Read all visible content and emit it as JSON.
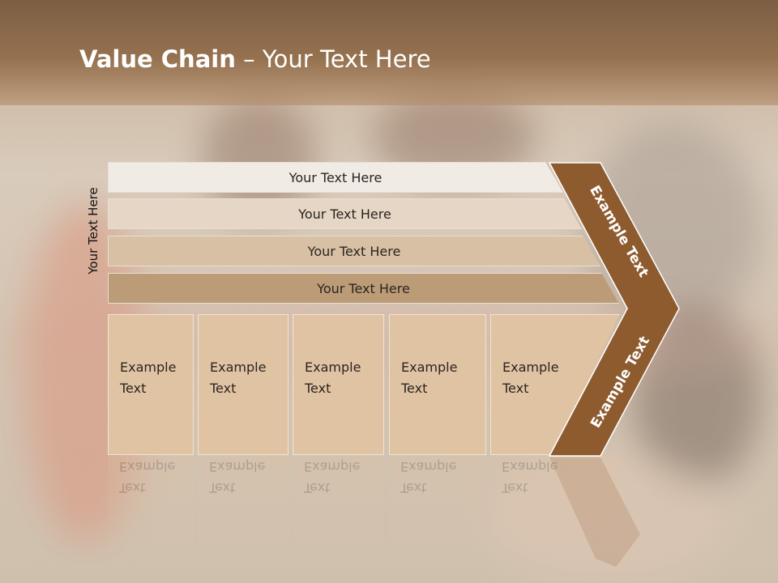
{
  "title": {
    "bold": "Value Chain",
    "rest": " – Your Text Here"
  },
  "side_label": "Your Text Here",
  "bands": [
    {
      "label": "Your Text Here",
      "color": "#f1ebe5"
    },
    {
      "label": "Your Text Here",
      "color": "#e6d6c5"
    },
    {
      "label": "Your Text Here",
      "color": "#d8c0a4"
    },
    {
      "label": "Your Text Here",
      "color": "#bc9b77"
    }
  ],
  "boxes": [
    {
      "line1": "Example",
      "line2": "Text"
    },
    {
      "line1": "Example",
      "line2": "Text"
    },
    {
      "line1": "Example",
      "line2": "Text"
    },
    {
      "line1": "Example",
      "line2": "Text"
    },
    {
      "line1": "Example",
      "line2": "Text"
    }
  ],
  "chevron": {
    "upper_text": "Example Text",
    "lower_text": "Example Text",
    "color": "#8e5b2f"
  }
}
